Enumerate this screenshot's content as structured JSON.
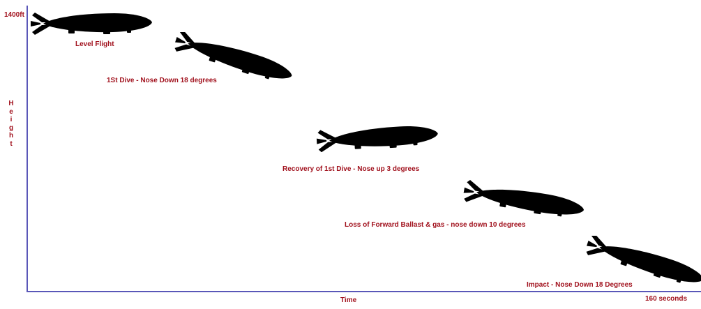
{
  "axes": {
    "y_max_label": "1400ft",
    "y_title": "Height",
    "x_title": "Time",
    "x_max_label": "160 seconds",
    "color": "#5a57b8"
  },
  "label_color": "#a1111d",
  "airship_color": "#000000",
  "steps": [
    {
      "label": "Level Flight",
      "pitch_deg": 0
    },
    {
      "label": "1St Dive  - Nose Down 18 degrees",
      "pitch_deg": -18
    },
    {
      "label": "Recovery of 1st Dive  - Nose up 3 degrees",
      "pitch_deg": 3
    },
    {
      "label": "Loss of Forward Ballast & gas - nose down 10 degrees",
      "pitch_deg": -10
    },
    {
      "label": "Impact - Nose Down 18 Degrees",
      "pitch_deg": -18
    }
  ]
}
